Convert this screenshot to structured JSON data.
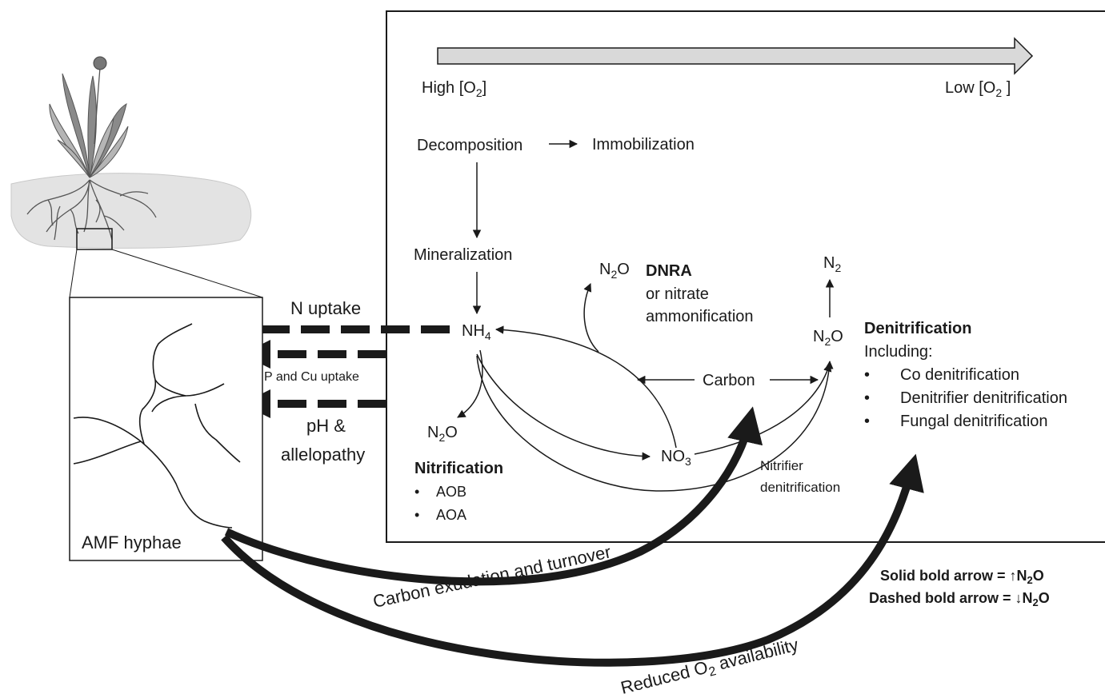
{
  "gradient": {
    "left_prefix": "High [O",
    "left_sub": "2",
    "left_suffix": "]",
    "right_prefix": "Low [O",
    "right_sub": "2",
    "right_suffix": " ]"
  },
  "processes": {
    "decomposition": "Decomposition",
    "immobilization": "Immobilization",
    "mineralization": "Mineralization",
    "carbon": "Carbon"
  },
  "species": {
    "nh4": "NH",
    "nh4_sub": "4",
    "no3": "NO",
    "no3_sub": "3",
    "n2": "N",
    "n2_sub": "2",
    "n2o_a": "N",
    "n2o_a_sub": "2",
    "n2o_a_suffix": "O",
    "n2o_b": "N",
    "n2o_b_sub": "2",
    "n2o_b_suffix": "O",
    "n2o_c": "N",
    "n2o_c_sub": "2",
    "n2o_c_suffix": "O"
  },
  "dnra": {
    "title": "DNRA",
    "line1": "or nitrate",
    "line2": "ammonification"
  },
  "nitrification": {
    "title": "Nitrification",
    "items": [
      "AOB",
      "AOA"
    ]
  },
  "nitrifier_denitrification": {
    "line1": "Nitrifier",
    "line2": "denitrification"
  },
  "denitrification": {
    "title": "Denitrification",
    "subtitle": "Including:",
    "items": [
      "Co denitrification",
      "Denitrifier denitrification",
      "Fungal denitrification"
    ]
  },
  "uptake": {
    "n_uptake": "N uptake",
    "p_cu_uptake": "P and Cu uptake",
    "ph_line1": "pH &",
    "ph_line2": "allelopathy"
  },
  "amf": {
    "label": "AMF hyphae"
  },
  "curves": {
    "carbon_exudation": "Carbon exudation and turnover",
    "reduced_o2_prefix": "Reduced O",
    "reduced_o2_sub": "2",
    "reduced_o2_suffix": " availability"
  },
  "legend": {
    "solid_prefix": "Solid bold arrow = ",
    "solid_symbol": "↑",
    "dashed_prefix": "Dashed bold arrow = ",
    "dashed_symbol": "↓",
    "n2o_n": "N",
    "n2o_sub": "2",
    "n2o_o": "O"
  },
  "colors": {
    "line": "#1a1a1a",
    "gradient_fill": "#d9d9d9",
    "soil": "#e3e3e3",
    "leaf_dark": "#8a8a8a",
    "leaf_light": "#b5b5b5"
  }
}
